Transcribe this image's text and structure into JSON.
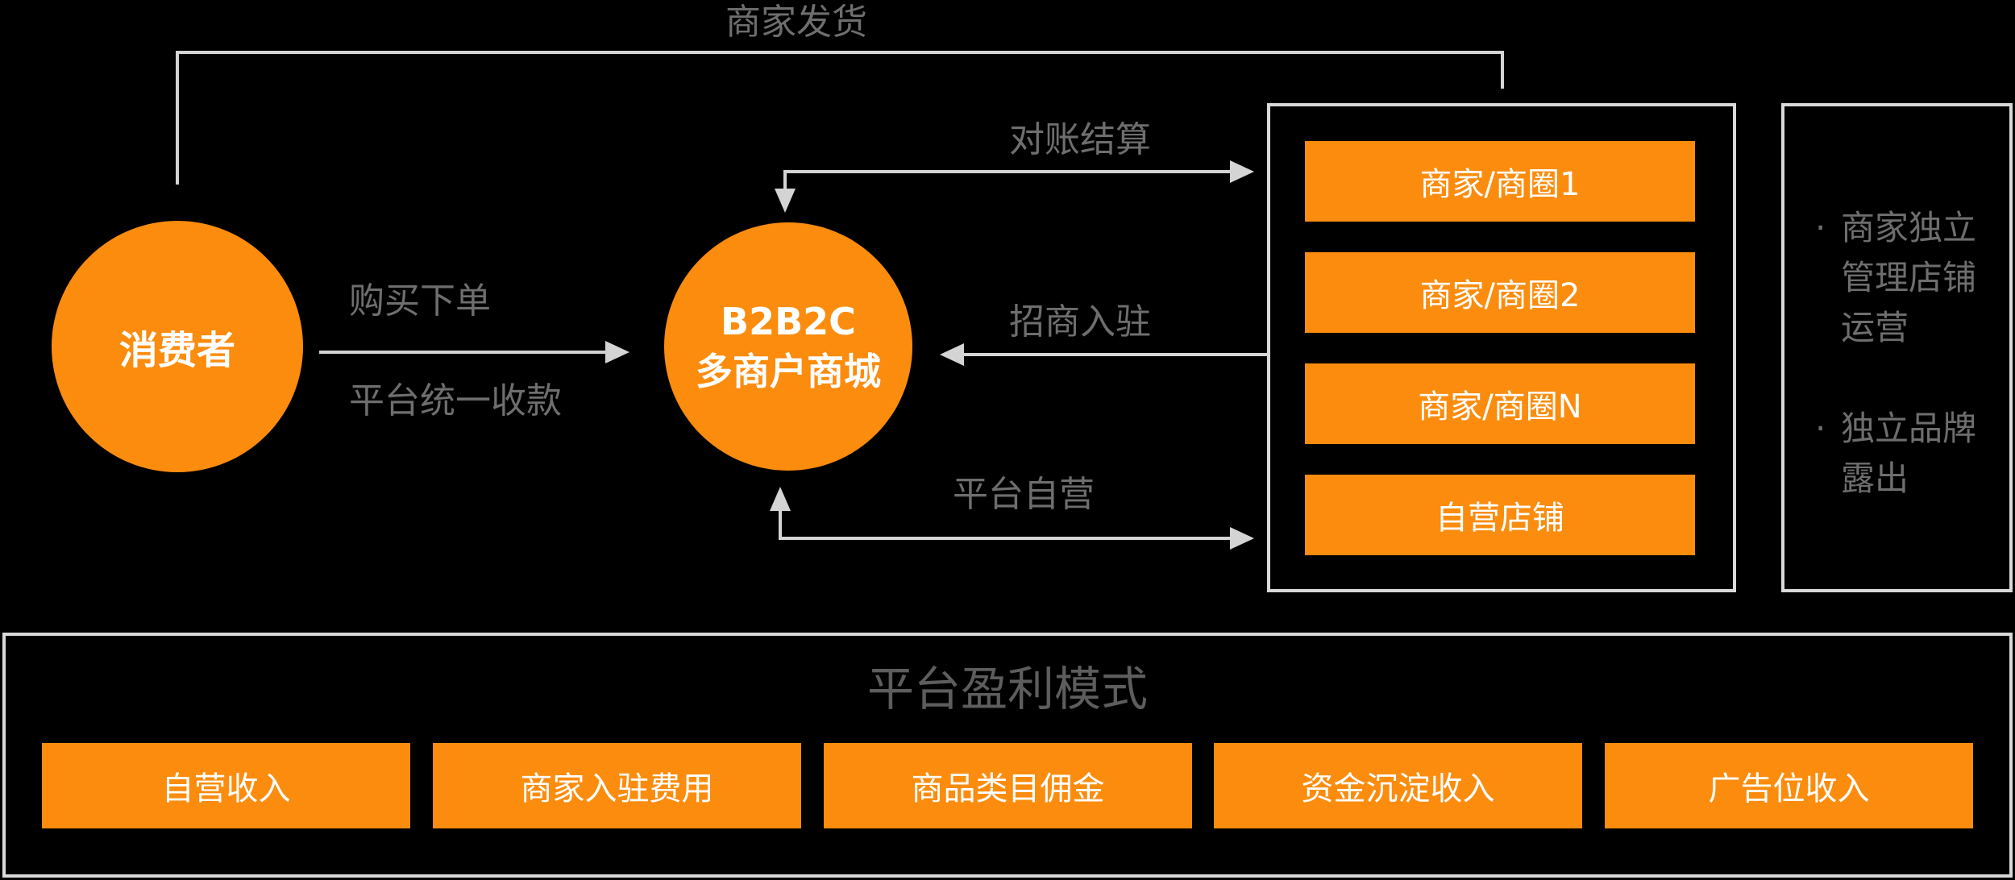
{
  "colors": {
    "background": "#000000",
    "accent_orange": "#fb8c0e",
    "label_gray": "#6e6e6e",
    "title_gray": "#5d5d5d",
    "line_gray": "#d4d4d4",
    "border_gray": "#d9d9d9",
    "text_white": "#ffffff"
  },
  "flow": {
    "ship_label": "商家发货",
    "consumer_label": "消费者",
    "mall_line1": "B2B2C",
    "mall_line2": "多商户商城",
    "buy_label": "购买下单",
    "collect_label": "平台统一收款",
    "settle_label": "对账结算",
    "join_label": "招商入驻",
    "selfrun_label": "平台自营"
  },
  "merchants": {
    "items": [
      "商家/商圈1",
      "商家/商圈2",
      "商家/商圈N",
      "自营店铺"
    ]
  },
  "notes": {
    "bullet": "·",
    "items": [
      "商家独立管理店铺运营",
      "独立品牌露出"
    ]
  },
  "profit": {
    "title": "平台盈利模式",
    "items": [
      "自营收入",
      "商家入驻费用",
      "商品类目佣金",
      "资金沉淀收入",
      "广告位收入"
    ]
  }
}
